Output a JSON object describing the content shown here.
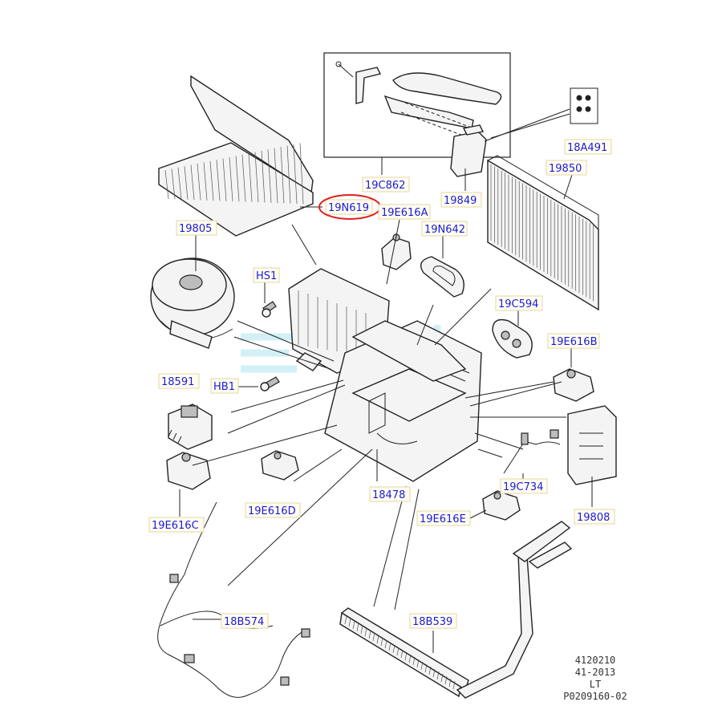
{
  "highlight_color": "#e02020",
  "label_color": "#1b1bd8",
  "labels": [
    {
      "id": "19C862",
      "text": "19C862"
    },
    {
      "id": "18A491",
      "text": "18A491"
    },
    {
      "id": "19850",
      "text": "19850"
    },
    {
      "id": "19849",
      "text": "19849"
    },
    {
      "id": "19N619",
      "text": "19N619"
    },
    {
      "id": "19E616A",
      "text": "19E616A"
    },
    {
      "id": "19N642",
      "text": "19N642"
    },
    {
      "id": "19805",
      "text": "19805"
    },
    {
      "id": "HS1",
      "text": "HS1"
    },
    {
      "id": "19C594",
      "text": "19C594"
    },
    {
      "id": "19E616B",
      "text": "19E616B"
    },
    {
      "id": "18591",
      "text": "18591"
    },
    {
      "id": "HB1",
      "text": "HB1"
    },
    {
      "id": "19C734",
      "text": "19C734"
    },
    {
      "id": "18478",
      "text": "18478"
    },
    {
      "id": "19E616D",
      "text": "19E616D"
    },
    {
      "id": "19808",
      "text": "19808"
    },
    {
      "id": "19E616C",
      "text": "19E616C"
    },
    {
      "id": "19E616E",
      "text": "19E616E"
    },
    {
      "id": "18B574",
      "text": "18B574"
    },
    {
      "id": "18B539",
      "text": "18B539"
    }
  ],
  "reference_note": [
    "4120210",
    "41-2013",
    "LT",
    "P0209160-02"
  ]
}
